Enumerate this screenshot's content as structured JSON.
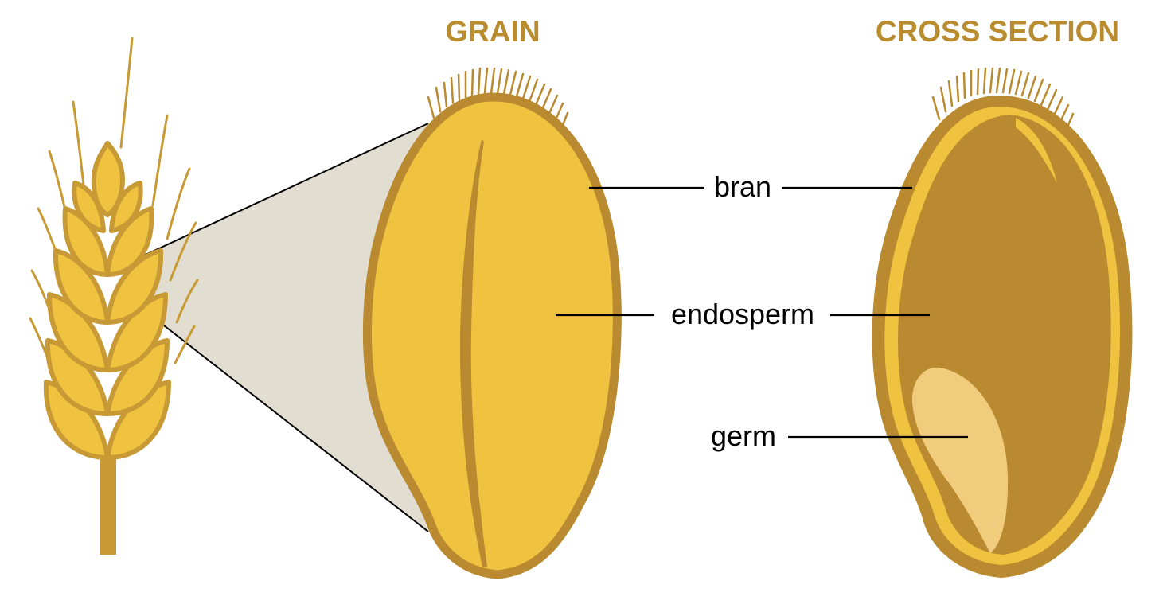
{
  "headings": {
    "grain": "GRAIN",
    "cross_section": "CROSS SECTION"
  },
  "labels": {
    "bran": "bran",
    "endosperm": "endosperm",
    "germ": "germ"
  },
  "colors": {
    "heading": "#b98c2f",
    "bran_outline": "#b98a30",
    "grain_fill": "#efc23f",
    "inner_endosperm": "#b98a30",
    "inner_bran_ring": "#efc23f",
    "germ": "#f0cc7c",
    "zoom_cone": "#e2ddd1",
    "leader_line": "#000000"
  }
}
